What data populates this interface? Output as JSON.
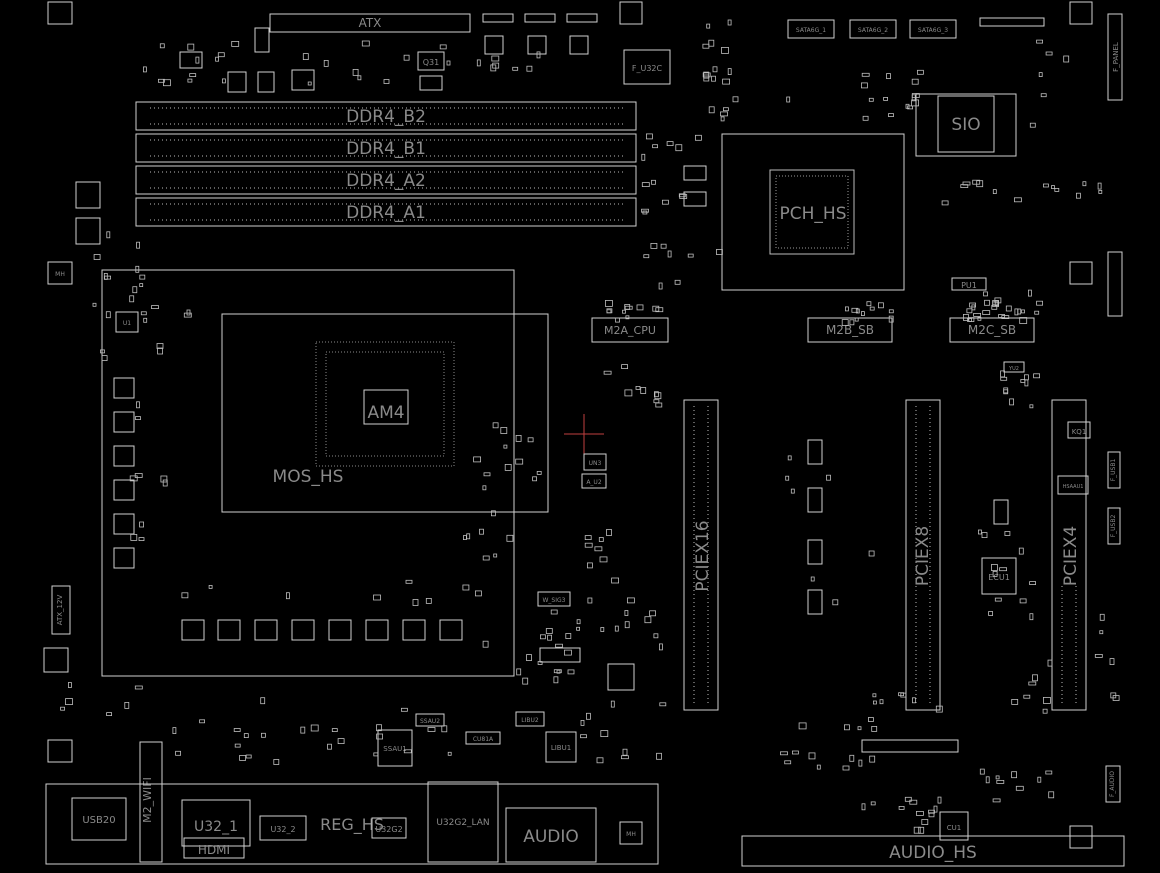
{
  "board": {
    "background": "#000000",
    "outline_color": "#d0d0d0",
    "label_color": "#8a8a8a",
    "cursor_color": "#c04040"
  },
  "labels": {
    "atx": "ATX",
    "ddr4_b2": "DDR4_B2",
    "ddr4_b1": "DDR4_B1",
    "ddr4_a2": "DDR4_A2",
    "ddr4_a1": "DDR4_A1",
    "sio": "SIO",
    "pch": "PCH_HS",
    "am4": "AM4",
    "mos_hs": "MOS_HS",
    "m2a_cpu": "M2A_CPU",
    "m2b_sb": "M2B_SB",
    "m2c_sb": "M2C_SB",
    "pciex16": "PCIEX16",
    "pciex8": "PCIEX8",
    "pciex4": "PCIEX4",
    "atx_12v": "ATX_12V",
    "m2_wifi": "M2_WIFI",
    "usb20": "USB20",
    "u32_1": "U32_1",
    "hdmi": "HDMI",
    "u32_2": "U32_2",
    "reg_hs": "REG_HS",
    "u32g2": "U32G2",
    "u32g2_lan": "U32G2_LAN",
    "audio": "AUDIO",
    "audio_hs": "AUDIO_HS",
    "ecu1": "ECU1",
    "cu1": "CU1",
    "kq1": "KQ1",
    "q31": "Q31",
    "f_u32c": "F_U32C",
    "sata6g_1": "SATA6G_1",
    "sata6g_2": "SATA6G_2",
    "sata6g_3": "SATA6G_3",
    "f_panel": "F_PANEL",
    "ssau1": "SSAU1",
    "ssau2": "SSAU2",
    "libu1": "LIBU1",
    "libu2": "LIBU2",
    "cu81a": "CU81A",
    "un3": "UN3",
    "a_u2": "A_U2",
    "pu1": "PU1",
    "yu2": "YU2",
    "hsaau1": "HSAAU1",
    "f_usb1": "F_USB1",
    "f_usb2": "F_USB2",
    "f_audio": "F_AUDIO",
    "w_sig3": "W_SIG3",
    "mh": "MH",
    "u1": "U1"
  }
}
